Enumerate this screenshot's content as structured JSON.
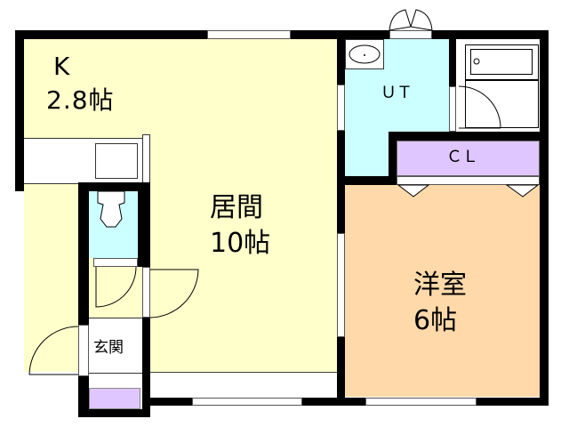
{
  "colors": {
    "living": "#ffffcc",
    "utility": "#ccffff",
    "western": "#ffd9aa",
    "closet": "#e0c6ff",
    "wall": "#000000"
  },
  "rooms": {
    "kitchen": {
      "name": "K",
      "size": "2.8帖"
    },
    "living": {
      "name": "居間",
      "size": "10帖"
    },
    "utility": {
      "name": "ＵＴ"
    },
    "closet": {
      "name": "ＣＬ"
    },
    "western": {
      "name": "洋室",
      "size": "6帖"
    },
    "entrance": {
      "name": "玄関"
    }
  }
}
